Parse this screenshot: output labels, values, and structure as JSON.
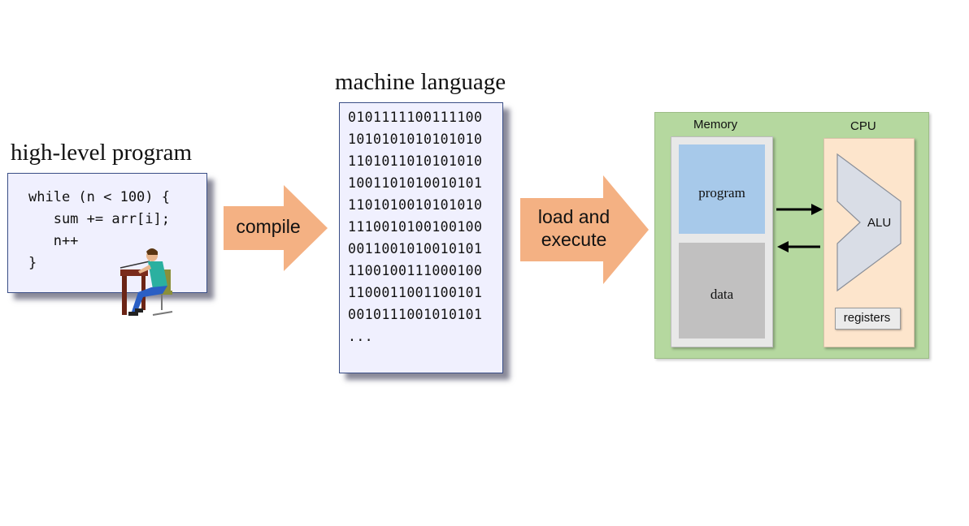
{
  "high_level": {
    "title": "high-level program",
    "code_lines": [
      "while (n < 100) {",
      "   sum += arr[i];",
      "   n++",
      "}"
    ]
  },
  "compile_arrow": {
    "label": "compile"
  },
  "machine": {
    "title": "machine language",
    "lines": [
      "0101111100111100",
      "1010101010101010",
      "1101011010101010",
      "1001101010010101",
      "1101010010101010",
      "1110010100100100",
      "0011001010010101",
      "1100100111000100",
      "1100011001100101",
      "0010111001010101",
      "..."
    ]
  },
  "load_arrow": {
    "label_line1": "load and",
    "label_line2": "execute"
  },
  "computer": {
    "memory_label": "Memory",
    "cpu_label": "CPU",
    "program_label": "program",
    "data_label": "data",
    "alu_label": "ALU",
    "registers_label": "registers"
  },
  "colors": {
    "arrow": "#f4b183",
    "panel": "#b5d89f",
    "program": "#a7c9ea",
    "data": "#c1c0c0",
    "cpu": "#fde5cc",
    "code_bg": "#f0f0fe",
    "box_border": "#3a4e86"
  }
}
